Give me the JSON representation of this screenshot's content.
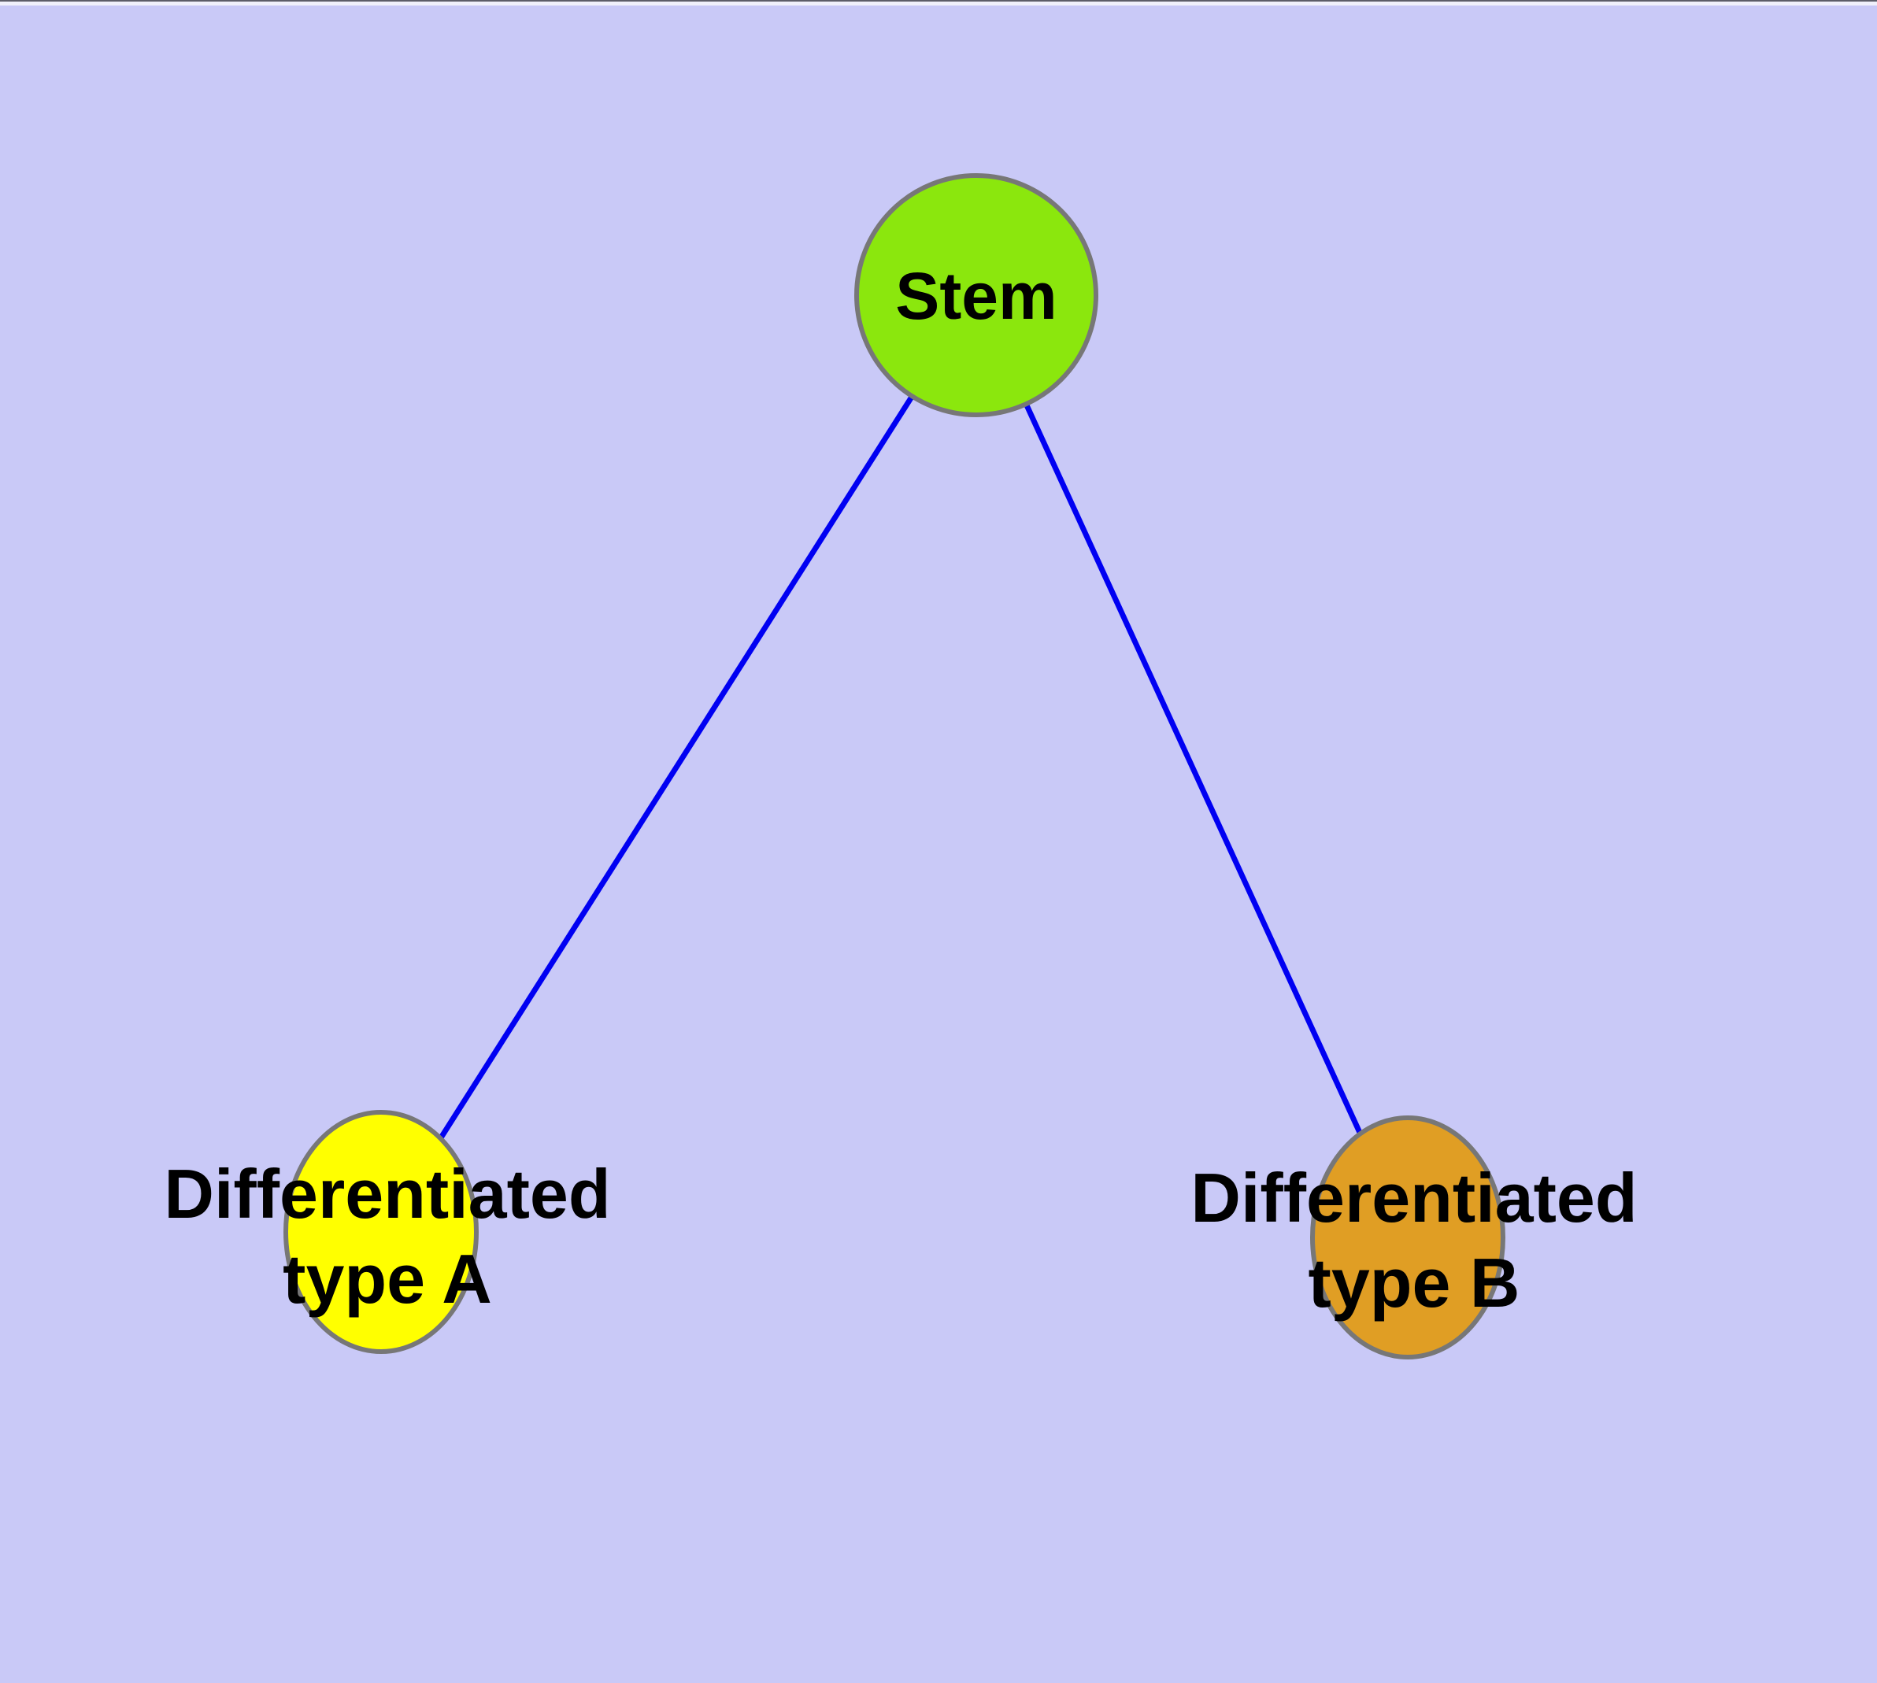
{
  "diagram": {
    "background_color": "#c9c9f7",
    "edge_color": "#0000f2",
    "node_border_color": "#777777",
    "text_color": "#000000",
    "nodes": [
      {
        "id": "stem",
        "label": "Stem",
        "fill": "#8be70d",
        "shape": "circle"
      },
      {
        "id": "differentiated-type-a",
        "label_line1": "Differentiated",
        "label_line2": "type A",
        "fill": "#ffff00",
        "shape": "ellipse"
      },
      {
        "id": "differentiated-type-b",
        "label_line1": "Differentiated",
        "label_line2": "type B",
        "fill": "#e09e24",
        "shape": "ellipse"
      }
    ],
    "edges": [
      {
        "from": "Stem",
        "to": "Differentiated type A"
      },
      {
        "from": "Stem",
        "to": "Differentiated type B"
      }
    ]
  }
}
